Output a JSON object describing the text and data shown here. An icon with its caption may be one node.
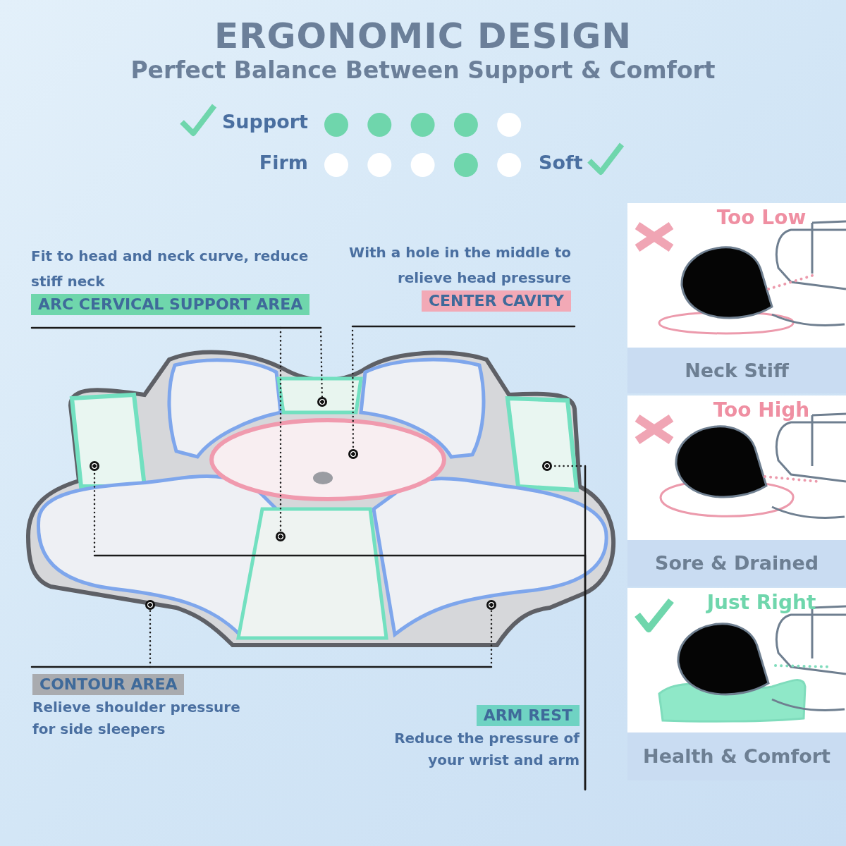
{
  "diagram": {
    "title": "ERGONOMIC DESIGN",
    "nodes": [
      {
        "text": [
          "Fit to head and neck curve, reduce stiff neck",
          "ARC CERVICAL SUPPORT AREA"
        ]
      },
      {
        "text": [
          "With a hole in the middle to relieve head pressure",
          "CENTER CAVITY"
        ]
      },
      {
        "text": [
          "CONTOUR AREA",
          "Relieve shoulder pressure for side sleepers"
        ]
      },
      {
        "text": [
          "ARM REST",
          "Reduce the pressure of your wrist and arm"
        ]
      },
      {
        "text": [],
        "shape": "circle"
      },
      {
        "text": [],
        "shape": "circle"
      },
      {
        "text": [],
        "shape": "circle"
      },
      {
        "text": [],
        "shape": "circle"
      },
      {
        "text": [],
        "shape": "circle"
      },
      {
        "text": [],
        "shape": "circle"
      },
      {
        "text": [],
        "shape": "circle"
      },
      {
        "text": [
          "Too Low",
          "Neck Stiff"
        ]
      },
      {
        "text": [
          "Too High",
          "Sore & Drained"
        ]
      },
      {
        "text": [
          "Just Right",
          "Health & Comfort"
        ]
      }
    ],
    "edges": [
      {
        "from": 0,
        "to": 4,
        "arrow": "none"
      },
      {
        "from": 0,
        "to": 5,
        "arrow": "none"
      },
      {
        "from": 1,
        "to": 6,
        "arrow": "none"
      },
      {
        "from": 2,
        "to": 9,
        "arrow": "none"
      },
      {
        "from": 2,
        "to": 10,
        "arrow": "none"
      },
      {
        "from": 3,
        "to": 7,
        "arrow": "none"
      },
      {
        "from": 3,
        "to": 8,
        "arrow": "none"
      }
    ],
    "labels": [
      "Perfect Balance Between Support & Comfort",
      "Support",
      "Firm",
      "Soft"
    ]
  }
}
